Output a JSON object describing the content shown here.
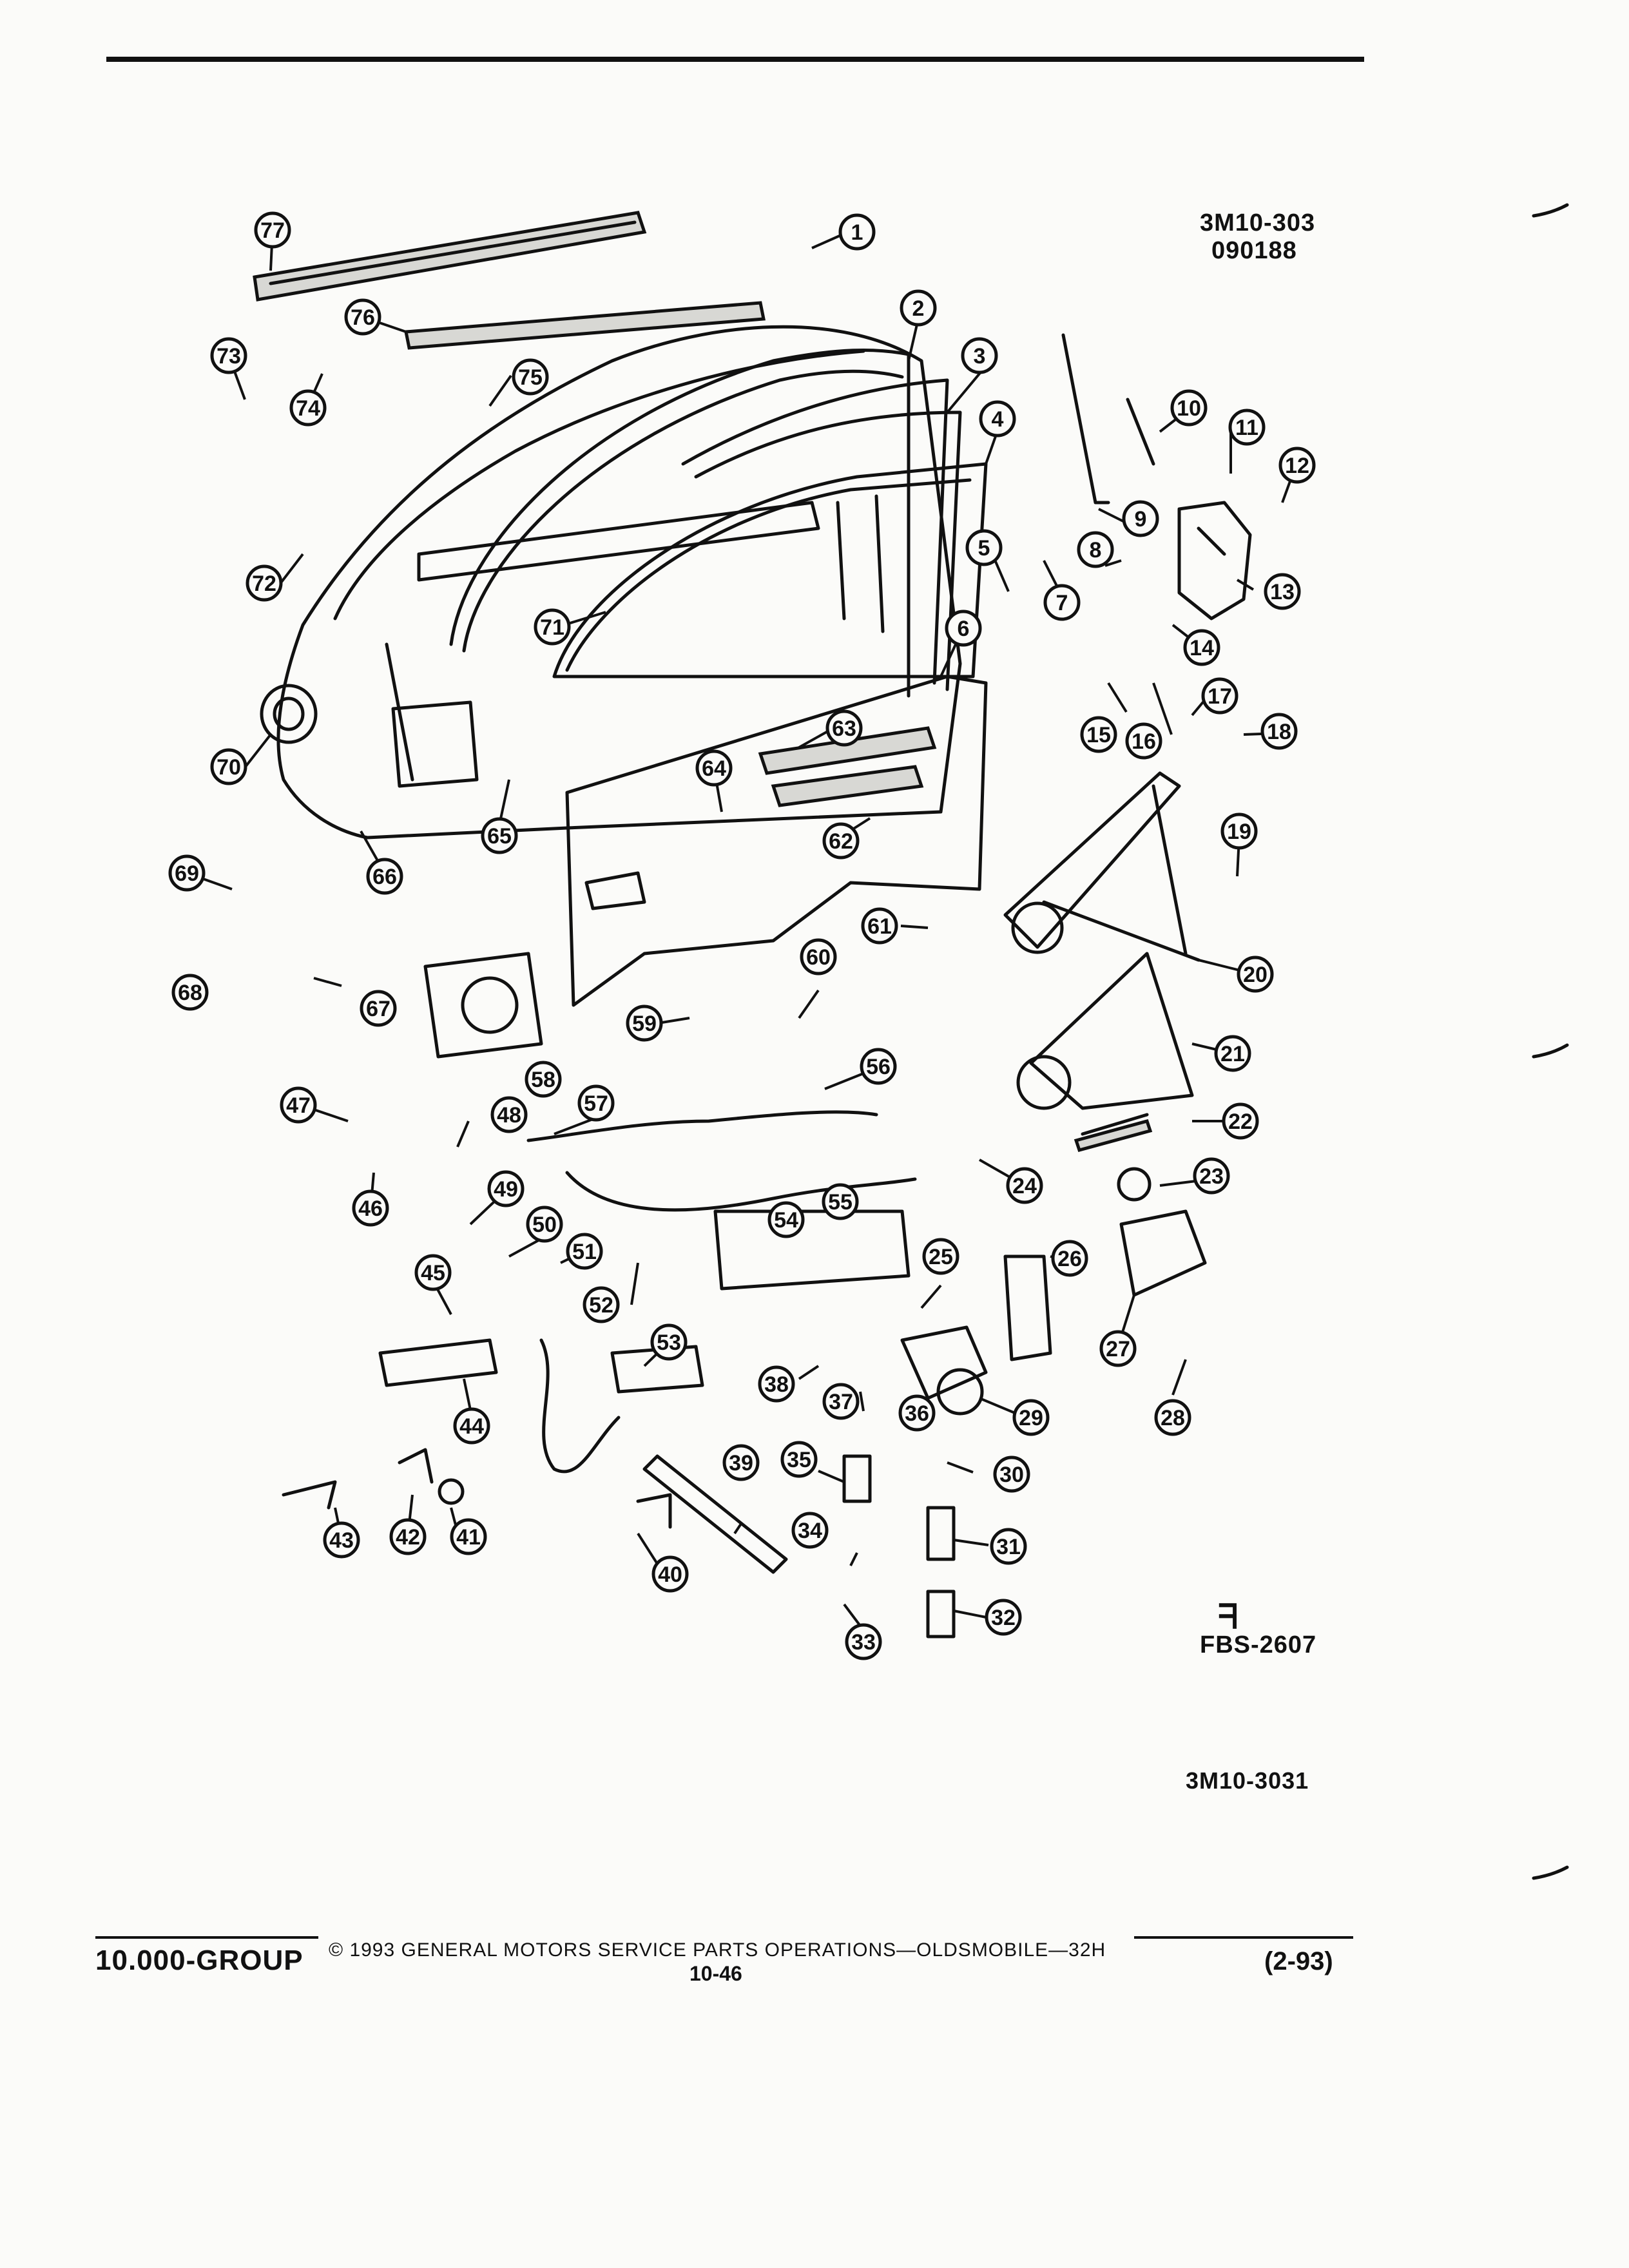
{
  "codes": {
    "top_code": "3M10-303",
    "top_date": "090188",
    "logo_mark": "ᖷ",
    "fbs_code": "FBS-2607",
    "bottom_code": "3M10-3031"
  },
  "footer": {
    "group": "10.000-GROUP",
    "copyright": "© 1993 GENERAL MOTORS SERVICE PARTS OPERATIONS—OLDSMOBILE—32H",
    "page": "10-46",
    "revision": "(2-93)"
  },
  "callouts": [
    "1",
    "2",
    "3",
    "4",
    "5",
    "6",
    "7",
    "8",
    "9",
    "10",
    "11",
    "12",
    "13",
    "14",
    "15",
    "16",
    "17",
    "18",
    "19",
    "20",
    "21",
    "22",
    "23",
    "24",
    "25",
    "26",
    "27",
    "28",
    "29",
    "30",
    "31",
    "32",
    "33",
    "34",
    "35",
    "36",
    "37",
    "38",
    "39",
    "40",
    "41",
    "42",
    "43",
    "44",
    "45",
    "46",
    "47",
    "48",
    "49",
    "50",
    "51",
    "52",
    "53",
    "54",
    "55",
    "56",
    "57",
    "58",
    "59",
    "60",
    "61",
    "62",
    "63",
    "64",
    "65",
    "66",
    "67",
    "68",
    "69",
    "70",
    "71",
    "72",
    "73",
    "74",
    "75",
    "76",
    "77"
  ]
}
